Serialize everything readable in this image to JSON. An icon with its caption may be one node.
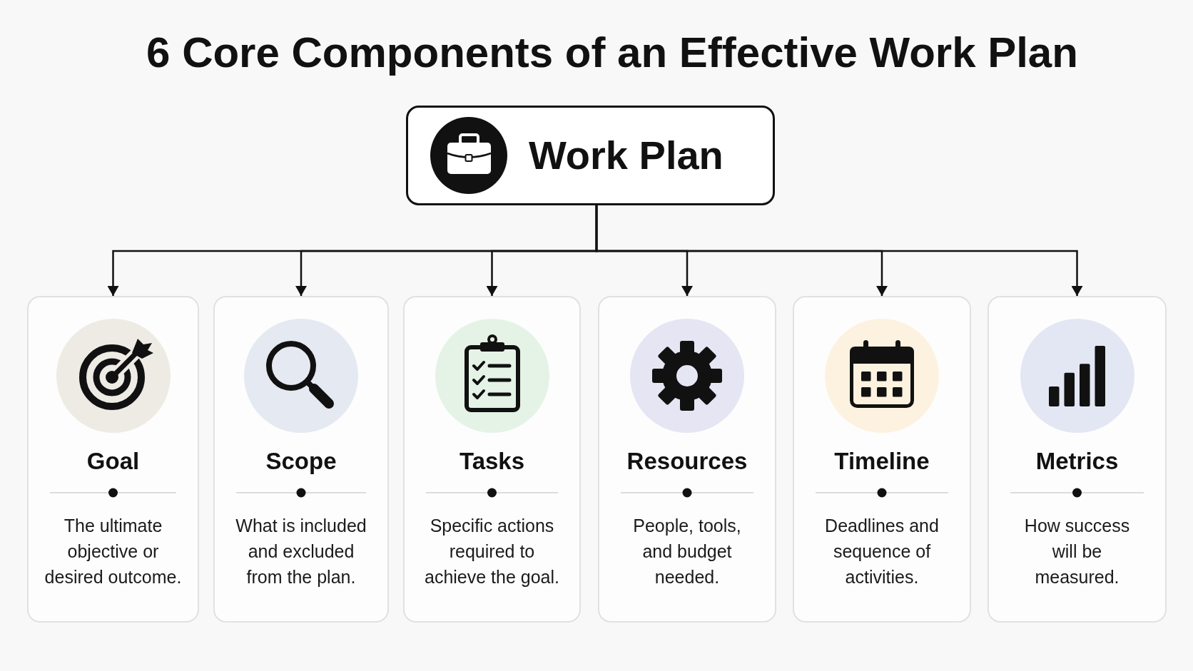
{
  "diagram": {
    "title": "6 Core Components of an Effective Work Plan",
    "nodes": [
      {
        "text": [
          "Work Plan"
        ]
      },
      {
        "text": [
          "Goal",
          "The ultimate objective or desired outcome."
        ]
      },
      {
        "text": [
          "Scope",
          "What is included and excluded from the plan."
        ]
      },
      {
        "text": [
          "Tasks",
          "Specific actions required to achieve the goal."
        ]
      },
      {
        "text": [
          "Resources",
          "People, tools, and budget needed."
        ]
      },
      {
        "text": [
          "Timeline",
          "Deadlines and sequence of activities."
        ]
      },
      {
        "text": [
          "Metrics",
          "How success will be measured."
        ]
      }
    ],
    "edges": [
      {
        "from": 0,
        "to": 1,
        "arrow": "to"
      },
      {
        "from": 0,
        "to": 2,
        "arrow": "to"
      },
      {
        "from": 0,
        "to": 3,
        "arrow": "to"
      },
      {
        "from": 0,
        "to": 4,
        "arrow": "to"
      },
      {
        "from": 0,
        "to": 5,
        "arrow": "to"
      },
      {
        "from": 0,
        "to": 6,
        "arrow": "to"
      }
    ]
  }
}
